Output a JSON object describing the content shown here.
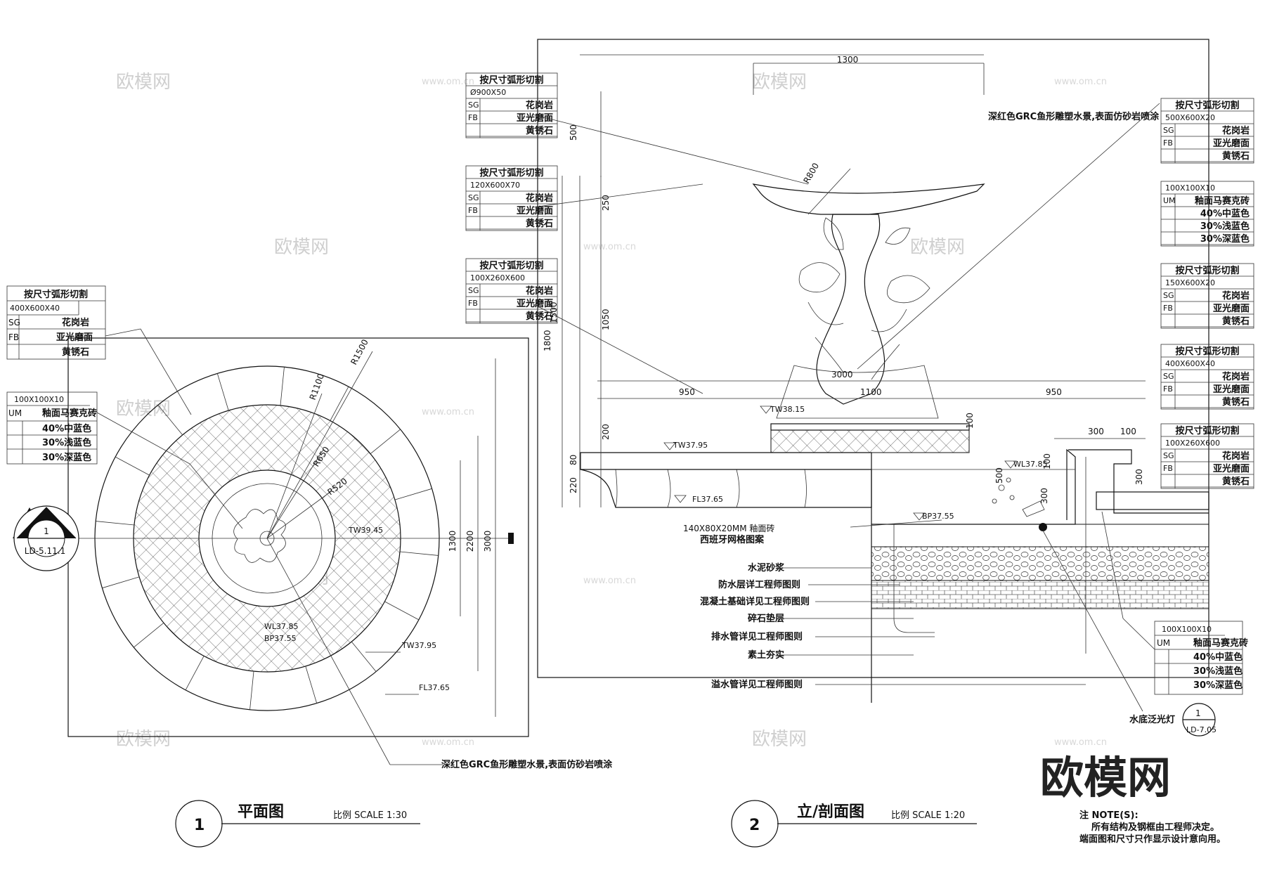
{
  "watermark": {
    "brand": "欧模网",
    "site": "www.om.cn"
  },
  "logo": "欧模网",
  "plan_view": {
    "title": "平面图",
    "scale": "比例 SCALE 1:30",
    "number": "1",
    "section_marker": {
      "num": "1",
      "ref": "LD-5.11.1"
    },
    "table1": {
      "header": "按尺寸弧形切割",
      "size": "400X600X40",
      "rows": [
        [
          "SG",
          "花岗岩"
        ],
        [
          "FB",
          "亚光磨面"
        ],
        [
          "",
          "黄锈石"
        ]
      ]
    },
    "table2": {
      "size": "100X100X10",
      "rows": [
        [
          "UM",
          "釉面马赛克砖"
        ],
        [
          "",
          "40%中蓝色"
        ],
        [
          "",
          "30%浅蓝色"
        ],
        [
          "",
          "30%深蓝色"
        ]
      ]
    },
    "radii": [
      "R1500",
      "R1100",
      "R650",
      "R520"
    ],
    "dims": [
      "1300",
      "2200",
      "3000"
    ],
    "levels": [
      "TW39.45",
      "WL37.85",
      "BP37.55",
      "TW37.95",
      "FL37.65"
    ],
    "callout": "深红色GRC鱼形雕塑水景,表面仿砂岩喷涂"
  },
  "section_view": {
    "title": "立/剖面图",
    "scale": "比例 SCALE 1:20",
    "number": "2",
    "left_tables": [
      {
        "header": "按尺寸弧形切割",
        "size": "Ø900X50",
        "rows": [
          [
            "SG",
            "花岗岩"
          ],
          [
            "FB",
            "亚光磨面"
          ],
          [
            "",
            "黄锈石"
          ]
        ]
      },
      {
        "header": "按尺寸弧形切割",
        "size": "120X600X70",
        "rows": [
          [
            "SG",
            "花岗岩"
          ],
          [
            "FB",
            "亚光磨面"
          ],
          [
            "",
            "黄锈石"
          ]
        ]
      },
      {
        "header": "按尺寸弧形切割",
        "size": "100X260X600",
        "rows": [
          [
            "SG",
            "花岗岩"
          ],
          [
            "FB",
            "亚光磨面"
          ],
          [
            "",
            "黄锈石"
          ]
        ]
      }
    ],
    "right_tables": [
      {
        "header": "按尺寸弧形切割",
        "size": "500X600X20",
        "rows": [
          [
            "SG",
            "花岗岩"
          ],
          [
            "FB",
            "亚光磨面"
          ],
          [
            "",
            "黄锈石"
          ]
        ]
      },
      {
        "header": "",
        "size": "100X100X10",
        "rows": [
          [
            "UM",
            "釉面马赛克砖"
          ],
          [
            "",
            "40%中蓝色"
          ],
          [
            "",
            "30%浅蓝色"
          ],
          [
            "",
            "30%深蓝色"
          ]
        ]
      },
      {
        "header": "按尺寸弧形切割",
        "size": "150X600X20",
        "rows": [
          [
            "SG",
            "花岗岩"
          ],
          [
            "FB",
            "亚光磨面"
          ],
          [
            "",
            "黄锈石"
          ]
        ]
      },
      {
        "header": "按尺寸弧形切割",
        "size": "400X600X40",
        "rows": [
          [
            "SG",
            "花岗岩"
          ],
          [
            "FB",
            "亚光磨面"
          ],
          [
            "",
            "黄锈石"
          ]
        ]
      },
      {
        "header": "按尺寸弧形切割",
        "size": "100X260X600",
        "rows": [
          [
            "SG",
            "花岗岩"
          ],
          [
            "FB",
            "亚光磨面"
          ],
          [
            "",
            "黄锈石"
          ]
        ]
      }
    ],
    "bottom_table": {
      "size": "100X100X10",
      "rows": [
        [
          "UM",
          "釉面马赛克砖"
        ],
        [
          "",
          "40%中蓝色"
        ],
        [
          "",
          "30%浅蓝色"
        ],
        [
          "",
          "30%深蓝色"
        ]
      ]
    },
    "top_callout": "深红色GRC鱼形雕塑水景,表面仿砂岩喷涂",
    "tile_note": {
      "line1": "140X80X20MM 釉面砖",
      "line2": "西班牙网格图案"
    },
    "notes": [
      "水泥砂浆",
      "防水层详工程师图则",
      "混凝土基础详见工程师图则",
      "碎石垫层",
      "排水管详见工程师图则",
      "素土夯实",
      "溢水管详见工程师图则"
    ],
    "dims": [
      "1300",
      "500",
      "R800",
      "250",
      "1050",
      "1500",
      "1800",
      "3000",
      "1100",
      "950",
      "950",
      "200",
      "80",
      "220",
      "100",
      "500",
      "300",
      "300",
      "100",
      "100",
      "300"
    ],
    "levels": [
      "TW38.15",
      "TW37.95",
      "FL37.65",
      "WL37.85",
      "BP37.55"
    ],
    "light": {
      "label": "水底泛光灯",
      "num": "1",
      "ref": "LD-7.05"
    }
  },
  "notes_block": {
    "head": "注 NOTE(S):",
    "line1": "所有结构及钢框由工程师决定。",
    "line2": "端面图和尺寸只作显示设计意向用。"
  }
}
